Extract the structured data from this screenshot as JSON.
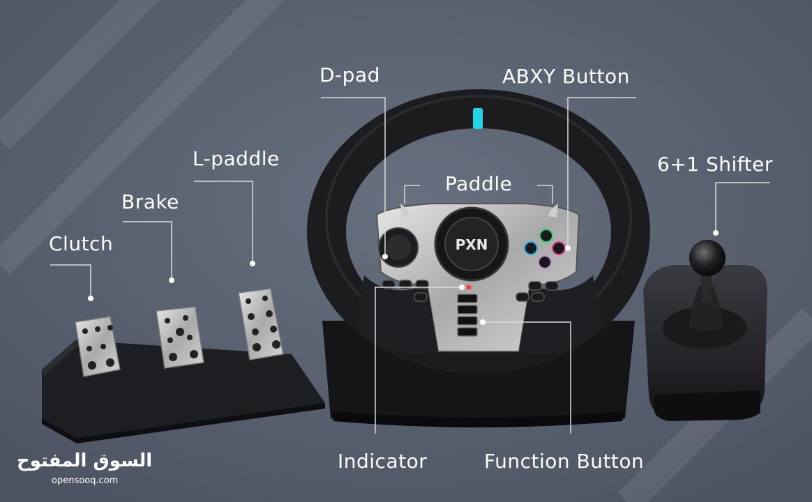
{
  "labels": {
    "dpad": "D-pad",
    "abxy": "ABXY Button",
    "paddle": "Paddle",
    "lpaddle": "L-paddle",
    "brake": "Brake",
    "clutch": "Clutch",
    "shifter": "6+1 Shifter",
    "indicator": "Indicator",
    "function": "Function Button"
  },
  "logo_text": "PXN",
  "watermark": {
    "arabic": "السوق المفتوح",
    "domain": "opensooq.com"
  },
  "colors": {
    "background": "#5a6070",
    "accent_cyan": "#22d3e6",
    "metal": "#c8c8c8",
    "body": "#1e1f22"
  }
}
